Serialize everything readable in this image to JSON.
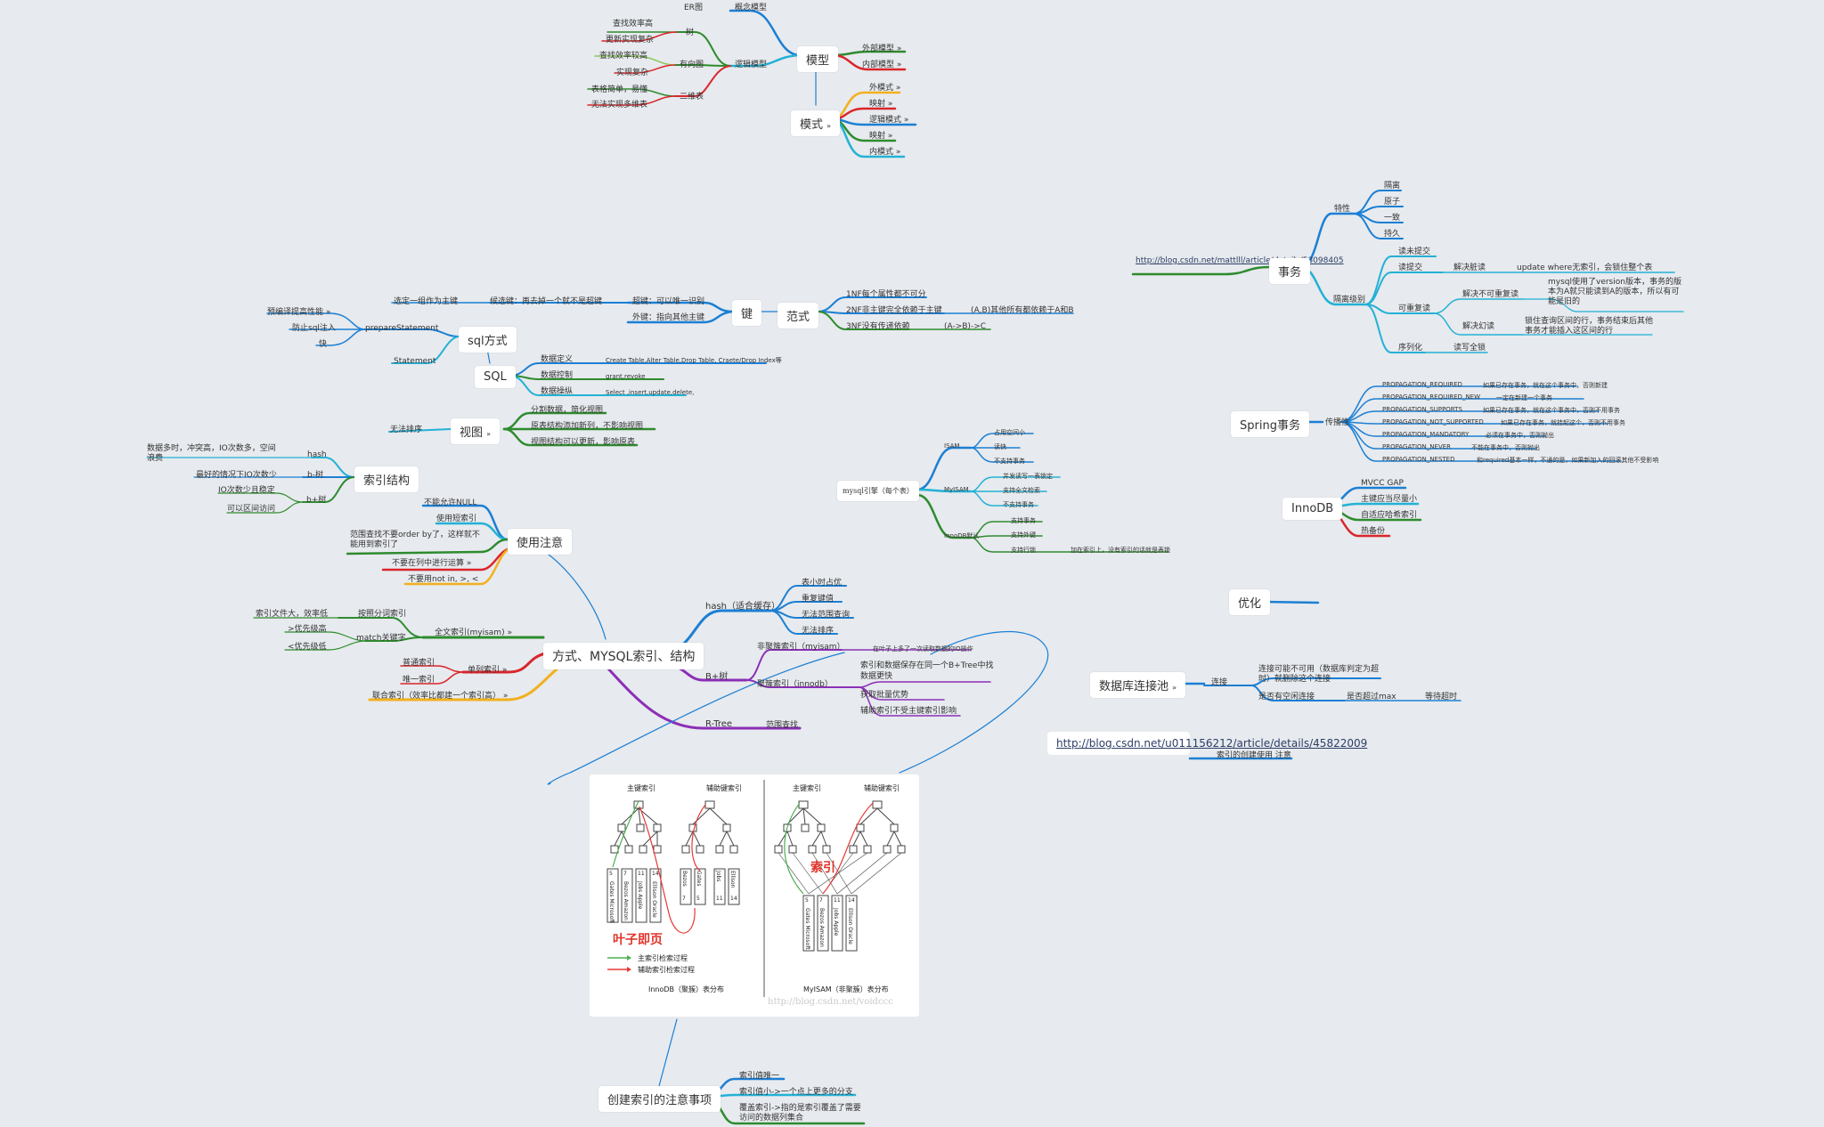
{
  "central": {
    "label": "方式、MYSQL索引、结构"
  },
  "nodes": {
    "model": "模型",
    "schema": "模式",
    "transaction": "事务",
    "spring_tx": "Spring事务",
    "innodb": "InnoDB",
    "optimize": "优化",
    "db_pool": "数据库连接池",
    "sql_method": "sql方式",
    "sql": "SQL",
    "view": "视图",
    "key": "键",
    "normal_form": "范式",
    "index_structure": "索引结构",
    "usage_notes": "使用注意",
    "engine": "mysql引擎（每个表）",
    "create_index_notes": "创建索引的注意事项",
    "blog_link2": "http://blog.csdn.net/u011156212/article/details/45822009"
  },
  "labels": {
    "er_diagram": "ER图",
    "concept_model": "概念模型",
    "tree": "树",
    "find_eff_high": "查找效率高",
    "update_complex": "更新实现复杂",
    "logic_model": "逻辑模型",
    "digraph": "有向图",
    "find_eff_higher": "查找效率较高",
    "impl_complex": "实现复杂",
    "table2d": "二维表",
    "table_simple": "表格简单，易懂",
    "no_multi_table": "无法实现多维表",
    "outer_model": "外部模型",
    "inner_model": "内部模型",
    "outer_schema": "外模式",
    "mapping1": "映射",
    "logic_schema": "逻辑模式",
    "mapping2": "映射",
    "inner_schema": "内模式",
    "blog_link1": "http://blog.csdn.net/mattlll/article/details/53098405",
    "feature": "特性",
    "isolation_p": "隔离",
    "atomic": "原子",
    "consistent": "一致",
    "durable": "持久",
    "read_uncommitted": "读未提交",
    "read_committed": "读提交",
    "dirty_read": "解决脏读",
    "update_where": "update where无索引，会锁住整个表",
    "isolation_level": "隔离级别",
    "repeatable_read": "可重复读",
    "non_repeatable": "解决不可重复读",
    "mysql_version": "mysql使用了version版本，事务的版本为A就只能读到A的版本，所以有可能是旧的",
    "phantom": "解决幻读",
    "lock_range": "锁住查询区间的行，事务结束后其他事务才能插入这区间的行",
    "serializable": "序列化",
    "read_write_lock": "读写全锁",
    "propagation": "传播性",
    "prop1": "PROPAGATION_REQUIRED",
    "prop1d": "如果已存在事务，就在这个事务中，否则新建",
    "prop2": "PROPAGATION_REQUIRED_NEW",
    "prop2d": "一定在新建一个事务",
    "prop3": "PROPAGATION_SUPPORTS",
    "prop3d": "如果已存在事务，就在这个事务中，否则不用事务",
    "prop4": "PROPAGATION_NOT_SUPPORTED",
    "prop4d": "如果已存在事务，就挂起这个，否则不用事务",
    "prop5": "PROPAGATION_MANDATORY",
    "prop5d": "必须在事务中，否则抛出",
    "prop6": "PROPAGATION_NEVER",
    "prop6d": "不能在事务中，否则抛出",
    "prop7": "PROPAGATION_NESTED",
    "prop7d": "和required基本一样，不通的是，如果新加入的回滚其他不受影响",
    "mvcc_gap": "MVCC GAP",
    "pk_small": "主键应当尽量小",
    "adaptive_hash": "自适应哈希索引",
    "hot_backup": "热备份",
    "conn": "连接",
    "conn_reuse": "连接可能不可用（数据库判定为超时）就删除这个连接",
    "idle_conn": "是否有空闲连接",
    "exceed_max": "是否超过max",
    "wait_timeout": "等待超时",
    "index_usage": "索引的创建使用 注意",
    "nf1": "1NF每个属性都不可分",
    "nf2": "2NF非主键完全依赖于主键",
    "nf2b": "(A,B)其他所有都依赖于A和B",
    "nf3": "3NF没有传递依赖",
    "nf3b": "(A->B)->C",
    "choose_pk": "选定一组作为主键",
    "candidate_key": "候选键：再去掉一个就不是超键",
    "super_key": "超键：可以唯一识别",
    "foreign_key": "外键：指向其他主键",
    "precompile": "预编译提高性能",
    "prevent_inject": "防止sql注入",
    "prepare_stmt": "prepareStatement",
    "fast": "快",
    "statement": "Statement",
    "ddl": "数据定义",
    "ddl_d": "Create Table,Alter Table,Drop Table, Craete/Drop Index等",
    "dcl": "数据控制",
    "dcl_d": "grant,revoke",
    "dml": "数据操纵",
    "dml_d": "Select ,insert,update,delete,",
    "split_data": "分割数据，简化视图",
    "orig_add_col": "原表结构添加新列，不影响视图",
    "view_struct_update": "视图结构可以更新，影响原表",
    "no_sort": "无法排序",
    "hash": "hash",
    "hash_d": "数据多时，冲突高，IO次数多，空间浪费",
    "btree": "b-树",
    "btree_d": "最好的情况下IO次数少",
    "bptree": "b+树",
    "bptree_d1": "IO次数少且稳定",
    "bptree_d2": "可以区间访问",
    "no_null": "不能允许NULL",
    "use_short_index": "使用短索引",
    "range_query": "范围查找不要order by了，这样就不能用到索引了",
    "no_calc": "不要在列中进行运算",
    "no_not_in": "不要用not in, >, <",
    "isam": "ISAM",
    "isam1": "占用空间小",
    "isam2": "读快",
    "isam3": "不支持事务",
    "myisam": "MyISAM",
    "myisam1": "并发读写一表锁定",
    "myisam2": "支持全文检索",
    "myisam3": "不支持事务",
    "innodb_default": "InnoDB默认",
    "inno1": "支持事务",
    "inno2": "支持外键",
    "inno3": "支持行锁",
    "inno3b": "加在索引上，没有索引的话就是表锁",
    "hash_mem": "hash（适合缓存）",
    "h1": "表小时占优",
    "h2": "重复键值",
    "h3": "无法范围查询",
    "h4": "无法排序",
    "bplus": "B+树",
    "nonclustered": "非聚簇索引（myisam）",
    "nonclustered_d": "在叶子上多了一次读取数据的IO操作",
    "clustered": "聚簇索引（innodb）",
    "cl1": "索引和数据保存在同一个B+Tree中找数据更快",
    "cl2": "获取批量优势",
    "cl3": "辅助索引不受主键索引影响",
    "rtree": "R-Tree",
    "rtree_d": "范围查找",
    "fulltext": "全文索引(myisam)",
    "by_word": "按照分词索引",
    "index_large": "索引文件大，效率低",
    "match_kw": "match关键字",
    "gt_high": ">优先级高",
    "lt_low": "<优先级低",
    "single_index": "单列索引",
    "normal_index": "普通索引",
    "unique_index": "唯一索引",
    "composite": "联合索引（效率比都建一个索引高）",
    "ci1": "索引值唯一",
    "ci2": "索引值小->一个点上更多的分支",
    "ci3": "覆盖索引->指的是索引覆盖了需要访问的数据列集合"
  },
  "figure": {
    "pk_idx_l": "主键索引",
    "sk_idx_l": "辅助键索引",
    "pk_idx_r": "主键索引",
    "sk_idx_r": "辅助键索引",
    "leaf_page": "叶子即页",
    "index_red": "索引",
    "legend_pk": "主索引检索过程",
    "legend_sk": "辅助索引检索过程",
    "cap_innodb": "InnoDB（聚簇）表分布",
    "cap_myisam": "MyISAM（非聚簇）表分布",
    "watermark": "http://blog.csdn.net/voidccc",
    "keys_l": [
      "5",
      "7",
      "11",
      "14"
    ],
    "names_l": [
      "Gates",
      "Bezos",
      "Jobs",
      "Ellison"
    ],
    "names2_l": [
      "Microsoft",
      "Amazon",
      "Apple",
      "Oracle"
    ],
    "sec_l": [
      "Bezos",
      "Gates",
      "Jobs",
      "Ellison"
    ],
    "sec_keys_l": [
      "7",
      "5",
      "11",
      "14"
    ]
  },
  "colors": {
    "blue": "#1b7fd4",
    "green": "#2e8b2e",
    "red": "#d9262b",
    "cyan": "#23b1d6",
    "purple": "#8b2fb7",
    "yellow": "#f2b01e",
    "bg": "#e7eaee"
  }
}
